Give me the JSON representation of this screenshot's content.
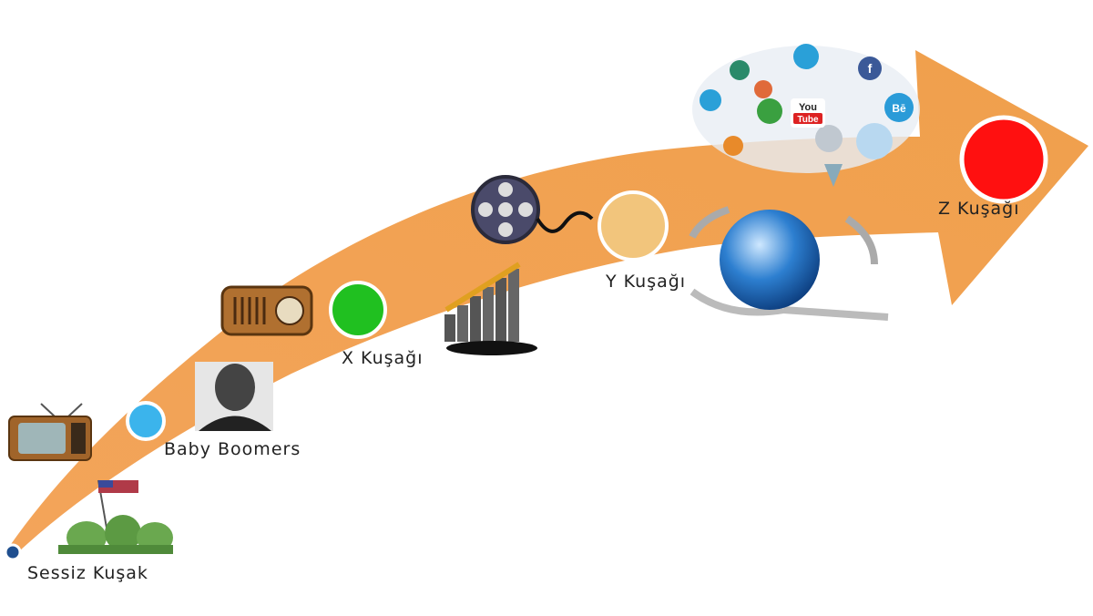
{
  "generations": [
    {
      "label": "Sessiz Kuşak",
      "color": "#1f4f8f"
    },
    {
      "label": "Baby Boomers",
      "color": "#3bb4ec"
    },
    {
      "label": "X Kuşağı",
      "color": "#20c020"
    },
    {
      "label": "Y Kuşağı",
      "color": "#f2c57c"
    },
    {
      "label": "Z Kuşağı",
      "color": "#ff1010"
    }
  ],
  "arrow_color": "#f0a050",
  "icons": [
    "soldiers-flag-icon",
    "tv-icon",
    "portrait-icon",
    "radio-icon",
    "chart-icon",
    "film-reel-icon",
    "globe-icon",
    "social-media-cloud-icon"
  ],
  "social_text": {
    "youtube_top": "You",
    "youtube_bottom": "Tube",
    "behance": "Bē",
    "facebook": "f"
  }
}
